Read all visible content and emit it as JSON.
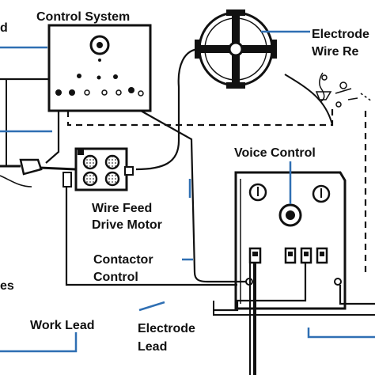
{
  "labels": {
    "control_system": "Control System",
    "electrode_wire_reel_line1": "Electrode",
    "electrode_wire_reel_line2": "Wire Re",
    "voice_control": "Voice Control",
    "wire_feed_drive_motor_line1": "Wire Feed",
    "wire_feed_drive_motor_line2": "Drive Motor",
    "contactor_control_line1": "Contactor",
    "contactor_control_line2": "Control",
    "work_lead": "Work Lead",
    "electrode_lead_line1": "Electrode",
    "electrode_lead_line2": "Lead",
    "left_cut_top": "d",
    "left_cut_bottom": "es"
  },
  "colors": {
    "line": "#111111",
    "leader": "#2f6fb3",
    "background": "#ffffff"
  }
}
